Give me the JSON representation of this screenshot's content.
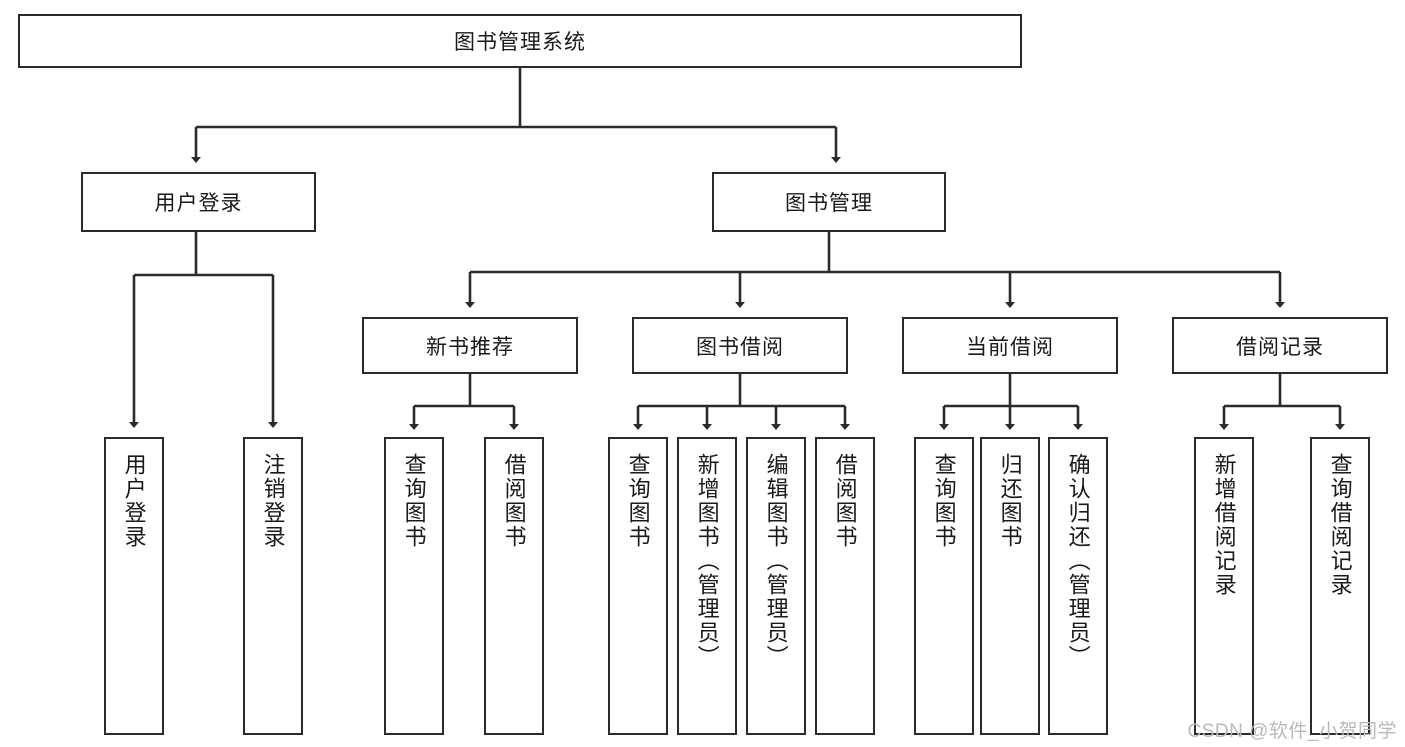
{
  "diagram": {
    "title": "图书管理系统",
    "type": "tree",
    "root": {
      "label": "图书管理系统"
    },
    "level2": [
      {
        "label": "用户登录"
      },
      {
        "label": "图书管理"
      }
    ],
    "level3": [
      {
        "label": "新书推荐"
      },
      {
        "label": "图书借阅"
      },
      {
        "label": "当前借阅"
      },
      {
        "label": "借阅记录"
      }
    ],
    "leaves": {
      "user_login": [
        {
          "label": "用户登录"
        },
        {
          "label": "注销登录"
        }
      ],
      "new_book_recommend": [
        {
          "label": "查询图书"
        },
        {
          "label": "借阅图书"
        }
      ],
      "book_borrow": [
        {
          "label": "查询图书"
        },
        {
          "label": "新增图书（管理员）"
        },
        {
          "label": "编辑图书（管理员）"
        },
        {
          "label": "借阅图书"
        }
      ],
      "current_borrow": [
        {
          "label": "查询图书"
        },
        {
          "label": "归还图书"
        },
        {
          "label": "确认归还（管理员）"
        }
      ],
      "borrow_record": [
        {
          "label": "新增借阅记录"
        },
        {
          "label": "查询借阅记录"
        }
      ]
    }
  },
  "watermark": {
    "text": "CSDN @软件_小贺同学"
  },
  "colors": {
    "stroke": "#2b2b2b",
    "box_fill": "#ffffff",
    "text": "#1a1a1a",
    "watermark": "#b9b9b9"
  }
}
